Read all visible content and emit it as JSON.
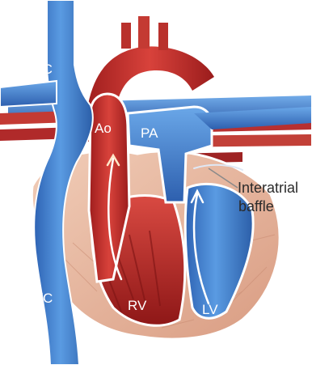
{
  "labels": {
    "svc": "SVC",
    "ao": "Ao",
    "pa": "PA",
    "interatrial_line1": "Interatrial",
    "interatrial_line2": "baffle",
    "ivc": "IVC",
    "rv": "RV",
    "lv": "LV"
  },
  "colors": {
    "venous_blue": "#3d7fd0",
    "arterial_red": "#c62a2a",
    "myocardium": "#e9b9a3",
    "outline": "#ffffff"
  }
}
